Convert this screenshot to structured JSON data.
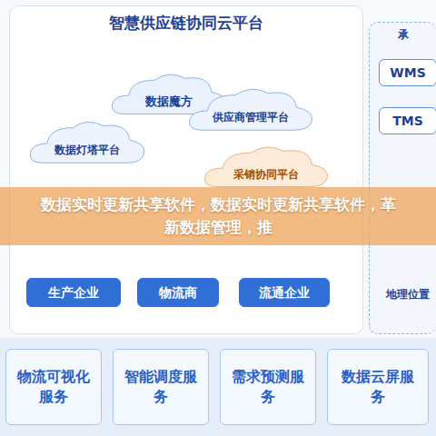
{
  "diagram": {
    "title": "智慧供应链协同云平台",
    "nodes": [
      {
        "text": [
          "智慧供应链协同云平台"
        ]
      },
      {
        "text": [
          "数据魔方"
        ],
        "in": 0
      },
      {
        "text": [
          "数据灯塔平台"
        ],
        "in": 0
      },
      {
        "text": [
          "供应商管理平台"
        ],
        "in": 0
      },
      {
        "text": [
          "采销协同平台"
        ],
        "in": 0
      },
      {
        "text": [
          "生产企业"
        ],
        "in": 0
      },
      {
        "text": [
          "物流商"
        ],
        "in": 0
      },
      {
        "text": [
          "流通企业"
        ],
        "in": 0
      },
      {
        "text": [
          "承"
        ]
      },
      {
        "text": [
          "WMS"
        ],
        "in": 8
      },
      {
        "text": [
          "TMS"
        ],
        "in": 8
      },
      {
        "text": [
          "地理位置"
        ],
        "in": 8
      },
      {
        "text": [
          "物流可视化服务"
        ]
      },
      {
        "text": [
          "智能调度服务"
        ]
      },
      {
        "text": [
          "需求预测服务"
        ]
      },
      {
        "text": [
          "数据云屏服务"
        ]
      }
    ],
    "edges": [],
    "labels": [
      "数据实时更新共享软件，数据实时更新共享软件，革新数据管理，推"
    ]
  }
}
